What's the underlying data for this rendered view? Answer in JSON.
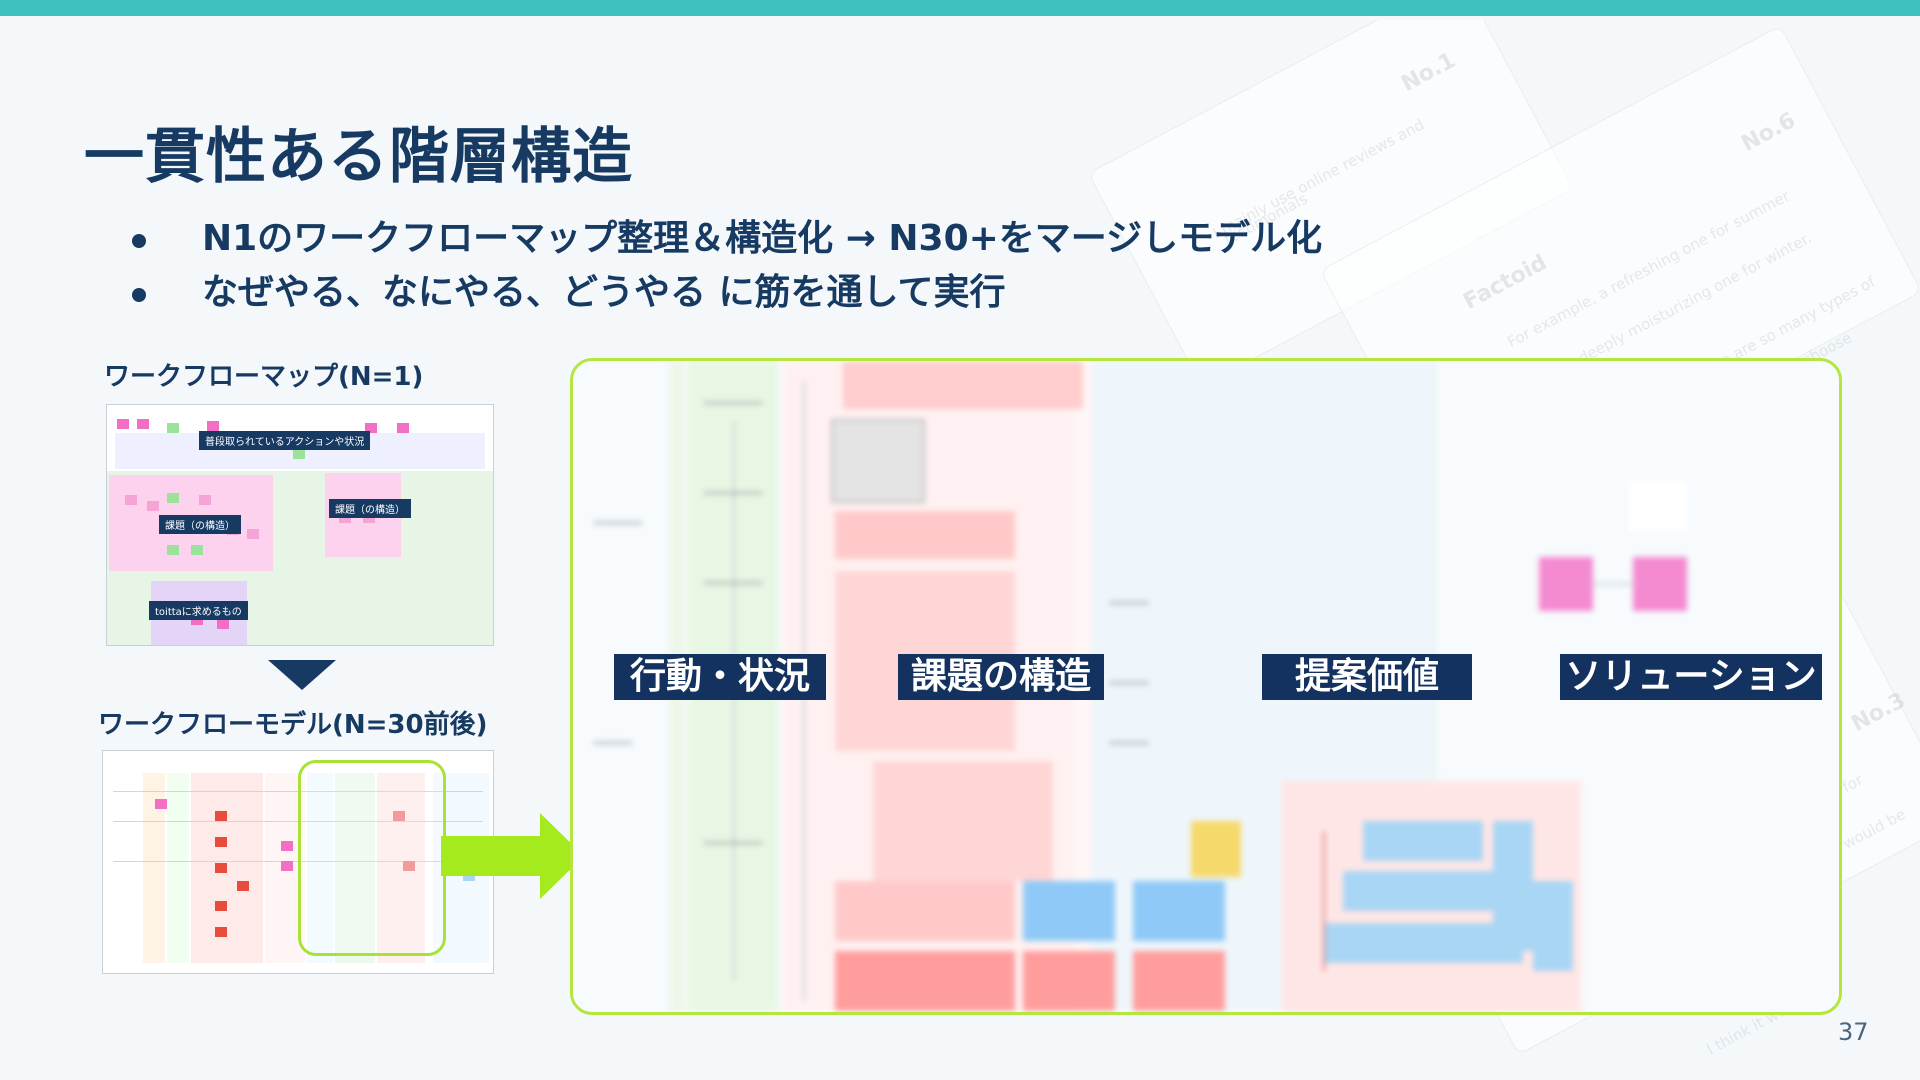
{
  "page": {
    "title": "一貫性ある階層構造",
    "page_number": "37"
  },
  "bullets": [
    "N1のワークフローマップ整理＆構造化 → N30+をマージしモデル化",
    "なぜやる、なにやる、どうやる に筋を通して実行"
  ],
  "workflow_map": {
    "label": "ワークフローマップ(N=1)",
    "tags": [
      "普段取られているアクションや状況",
      "課題（の構造）",
      "課題（の構造）",
      "toittaに求めるもの"
    ]
  },
  "workflow_model": {
    "label": "ワークフローモデル(N=30前後)"
  },
  "stages": [
    "行動・状況",
    "課題の構造",
    "提案価値",
    "ソリューション"
  ],
  "background_deco": {
    "labels": [
      "No.1",
      "No.6",
      "Factoid",
      "No.3"
    ],
    "snippets": [
      "I mainly use online reviews and",
      "testimonials",
      "For example, a refreshing one for summer",
      "and a deeply moisturizing one for winter.",
      "There are so many types of",
      "it's hard to choose",
      "I think it would be",
      "de for",
      "would be"
    ]
  },
  "colors": {
    "accent_top_bar": "#3ec1bf",
    "title_navy": "#173a63",
    "stage_label_bg": "#14325f",
    "arrow_green": "#a4ea1c",
    "panel_border": "#b4e63e"
  },
  "icons": {
    "down_arrow": "triangle-down-icon",
    "right_arrow": "arrow-right-icon"
  }
}
